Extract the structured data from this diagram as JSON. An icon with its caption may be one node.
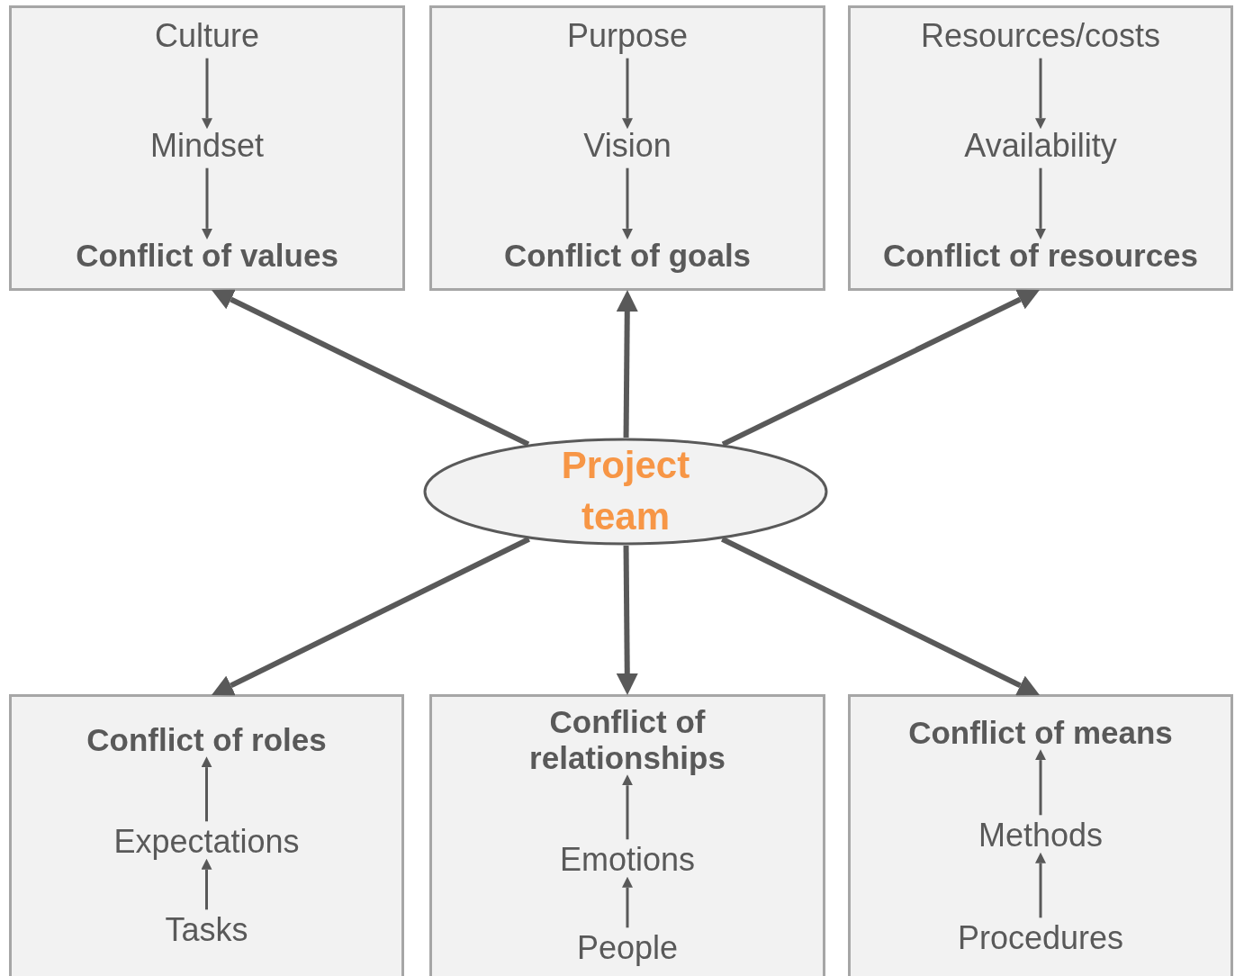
{
  "diagram": {
    "nodes": [
      {
        "text": [],
        "shape": "box"
      },
      {
        "text": [
          "Culture"
        ],
        "in": 0
      },
      {
        "text": [
          "Mindset"
        ],
        "in": 0
      },
      {
        "text": [
          "Conflict of values"
        ],
        "in": 0
      },
      {
        "text": [],
        "shape": "box"
      },
      {
        "text": [
          "Purpose"
        ],
        "in": 4
      },
      {
        "text": [
          "Vision"
        ],
        "in": 4
      },
      {
        "text": [
          "Conflict of goals"
        ],
        "in": 4
      },
      {
        "text": [],
        "shape": "box"
      },
      {
        "text": [
          "Resources/costs"
        ],
        "in": 8
      },
      {
        "text": [
          "Availability"
        ],
        "in": 8
      },
      {
        "text": [
          "Conflict of resources"
        ],
        "in": 8
      },
      {
        "text": [
          "Project team"
        ]
      },
      {
        "text": [],
        "shape": "box"
      },
      {
        "text": [
          "Conflict of roles"
        ],
        "in": 13
      },
      {
        "text": [
          "Expectations"
        ],
        "in": 13
      },
      {
        "text": [
          "Tasks"
        ],
        "in": 13
      },
      {
        "text": [],
        "shape": "box"
      },
      {
        "text": [
          "Conflict of relationships"
        ],
        "in": 17
      },
      {
        "text": [
          "Emotions"
        ],
        "in": 17
      },
      {
        "text": [
          "People"
        ],
        "in": 17
      },
      {
        "text": [],
        "shape": "box"
      },
      {
        "text": [
          "Conflict of means"
        ],
        "in": 21
      },
      {
        "text": [
          "Methods"
        ],
        "in": 21
      },
      {
        "text": [
          "Procedures"
        ],
        "in": 21
      }
    ],
    "edges": [
      {
        "from": 1,
        "to": 2,
        "arrow": "to"
      },
      {
        "from": 2,
        "to": 3,
        "arrow": "to"
      },
      {
        "from": 5,
        "to": 6,
        "arrow": "to"
      },
      {
        "from": 6,
        "to": 7,
        "arrow": "to"
      },
      {
        "from": 9,
        "to": 10,
        "arrow": "to"
      },
      {
        "from": 10,
        "to": 11,
        "arrow": "to"
      },
      {
        "from": 12,
        "to": 0,
        "arrow": "to",
        "style": "thick"
      },
      {
        "from": 12,
        "to": 4,
        "arrow": "to",
        "style": "thick"
      },
      {
        "from": 12,
        "to": 8,
        "arrow": "to",
        "style": "thick"
      },
      {
        "from": 12,
        "to": 13,
        "arrow": "to",
        "style": "thick"
      },
      {
        "from": 12,
        "to": 17,
        "arrow": "to",
        "style": "thick"
      },
      {
        "from": 12,
        "to": 21,
        "arrow": "to",
        "style": "thick"
      },
      {
        "from": 16,
        "to": 15,
        "arrow": "to"
      },
      {
        "from": 15,
        "to": 14,
        "arrow": "to"
      },
      {
        "from": 20,
        "to": 19,
        "arrow": "to"
      },
      {
        "from": 19,
        "to": 18,
        "arrow": "to"
      },
      {
        "from": 24,
        "to": 23,
        "arrow": "to"
      },
      {
        "from": 23,
        "to": 22,
        "arrow": "to"
      }
    ]
  }
}
